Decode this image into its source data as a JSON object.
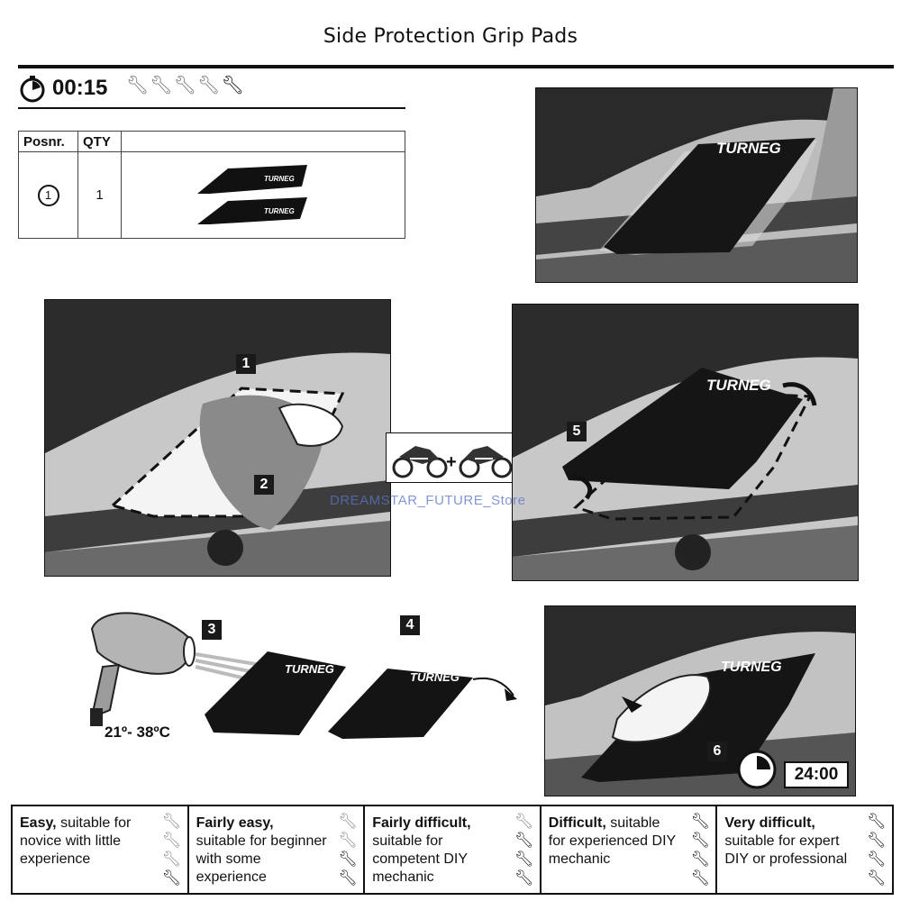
{
  "header": {
    "title": "Side Protection Grip Pads",
    "time": "00:15",
    "difficulty_level": 5,
    "difficulty_dark": 1
  },
  "parts_table": {
    "headers": [
      "Posnr.",
      "QTY",
      ""
    ],
    "rows": [
      {
        "pos": "1",
        "qty": "1"
      }
    ]
  },
  "pad_brand": "TURNEG",
  "steps": {
    "s1": "1",
    "s2": "2",
    "s3": "3",
    "s4": "4",
    "s5": "5",
    "s6": "6"
  },
  "temperature": "21º- 38ºC",
  "cure_time": "24:00",
  "watermark": "DREAMSTAR_FUTURE_Store",
  "difficulty_scale": [
    {
      "title": "Easy,",
      "text": "suitable for novice with little experience",
      "level": 1
    },
    {
      "title": "Fairly easy,",
      "text": "suitable for beginner with some experience",
      "level": 2
    },
    {
      "title": "Fairly difficult,",
      "text": "suitable for competent DIY mechanic",
      "level": 3
    },
    {
      "title": "Difficult,",
      "text": "suitable for experienced DIY mechanic",
      "level": 4
    },
    {
      "title": "Very difficult,",
      "text": "suitable for expert DIY or professional",
      "level": 5
    }
  ]
}
